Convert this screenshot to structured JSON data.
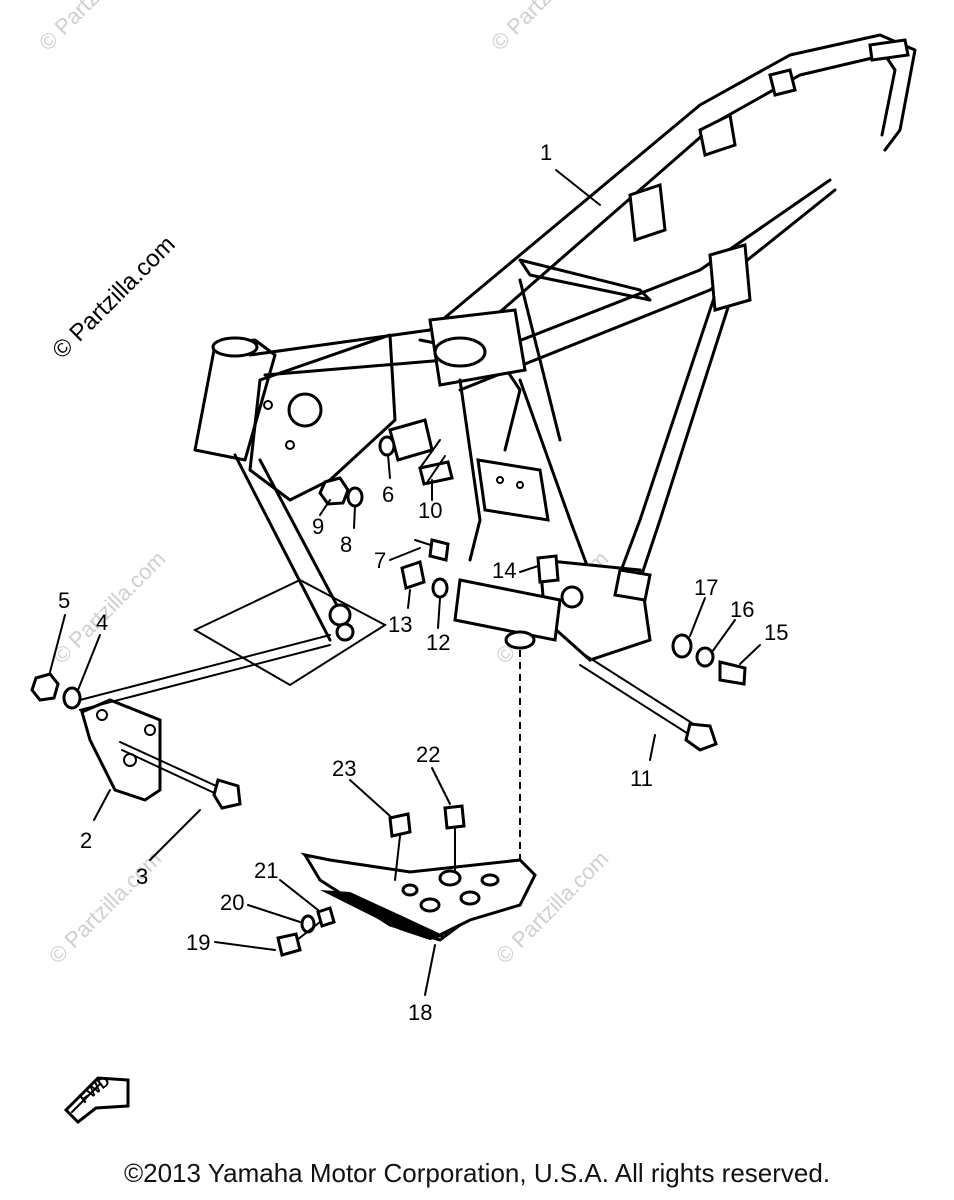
{
  "watermark": {
    "text": "© Partzilla.com",
    "short_text": "© Partz"
  },
  "callouts": [
    "1",
    "2",
    "3",
    "4",
    "5",
    "6",
    "7",
    "8",
    "9",
    "10",
    "11",
    "12",
    "13",
    "14",
    "15",
    "16",
    "17",
    "18",
    "19",
    "20",
    "21",
    "22",
    "23"
  ],
  "fwd_label": "FWD",
  "copyright": "©2013 Yamaha Motor Corporation, U.S.A. All rights reserved."
}
